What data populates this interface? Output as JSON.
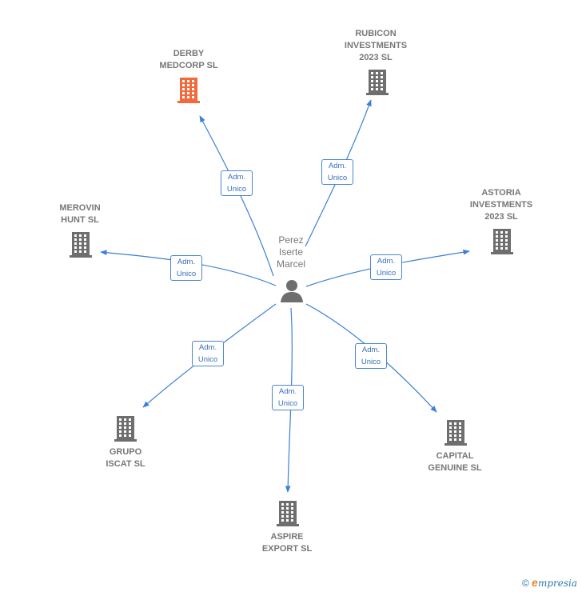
{
  "person": {
    "name": "Perez\nIserte\nMarcel",
    "icon": "person-icon"
  },
  "colors": {
    "edge": "#3d7fd6",
    "building": "#6e6e6e",
    "highlight": "#f06a3b"
  },
  "companies": [
    {
      "id": "derby",
      "label": "DERBY\nMEDCORP  SL",
      "highlight": true,
      "role": [
        "Adm.",
        "Unico"
      ]
    },
    {
      "id": "rubicon",
      "label": "RUBICON\nINVESTMENTS\n2023  SL",
      "highlight": false,
      "role": [
        "Adm.",
        "Unico"
      ]
    },
    {
      "id": "merovin",
      "label": "MEROVIN\nHUNT  SL",
      "highlight": false,
      "role": [
        "Adm.",
        "Unico"
      ]
    },
    {
      "id": "astoria",
      "label": "ASTORIA\nINVESTMENTS\n2023  SL",
      "highlight": false,
      "role": [
        "Adm.",
        "Unico"
      ]
    },
    {
      "id": "grupo",
      "label": "GRUPO\nISCAT SL",
      "highlight": false,
      "role": [
        "Adm.",
        "Unico"
      ]
    },
    {
      "id": "capital",
      "label": "CAPITAL\nGENUINE  SL",
      "highlight": false,
      "role": [
        "Adm.",
        "Unico"
      ]
    },
    {
      "id": "aspire",
      "label": "ASPIRE\nEXPORT  SL",
      "highlight": false,
      "role": [
        "Adm.",
        "Unico"
      ]
    }
  ],
  "footer": {
    "copyright": "©",
    "brand_initial": "e",
    "brand_rest": "mpresia"
  }
}
